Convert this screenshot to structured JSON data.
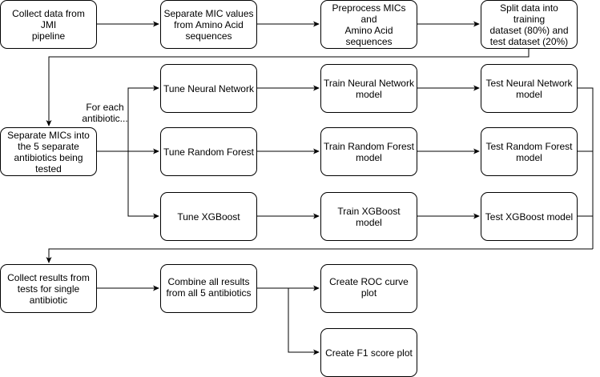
{
  "nodes": {
    "collect_jmi": "Collect data from JMI\npipeline",
    "separate_mic_values": "Separate MIC values\nfrom Amino Acid\nsequences",
    "preprocess_mics": "Preprocess MICs and\nAmino Acid\nsequences",
    "split_data": "Split data into training\ndataset (80%) and\ntest dataset (20%)",
    "separate_antibiotics": "Separate MICs into\nthe 5 separate\nantibiotics being\ntested",
    "tune_nn": "Tune Neural Network",
    "train_nn": "Train Neural Network\nmodel",
    "test_nn": "Test Neural Network\nmodel",
    "tune_rf": "Tune Random Forest",
    "train_rf": "Train Random Forest\nmodel",
    "test_rf": "Test Random Forest\nmodel",
    "tune_xgb": "Tune XGBoost",
    "train_xgb": "Train XGBoost model",
    "test_xgb": "Test XGBoost model",
    "collect_results": "Collect results from\ntests for single\nantibiotic",
    "combine_results": "Combine all results\nfrom all 5 antibiotics",
    "roc_plot": "Create ROC curve\nplot",
    "f1_plot": "Create F1 score plot"
  },
  "labels": {
    "for_each_antibiotic": "For each\nantibiotic..."
  },
  "colors": {
    "stroke": "#000000",
    "fill": "#ffffff"
  }
}
